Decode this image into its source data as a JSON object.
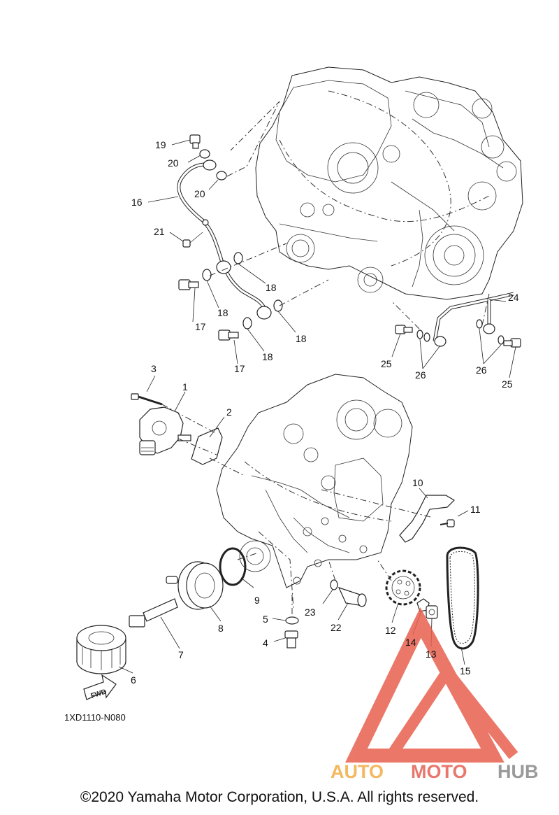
{
  "diagram_code": "1XD1110-N080",
  "copyright": "©2020 Yamaha Motor Corporation, U.S.A. All rights reserved.",
  "watermark": {
    "part1": "AUTO",
    "part2": "MOTO",
    "part3": "HUB",
    "colors": {
      "auto": "#f4b860",
      "moto": "#e8776c",
      "hub": "#9a9a9a",
      "logo": "#e8604f"
    }
  },
  "fwd_label": "FWD",
  "callouts": {
    "c1": "1",
    "c2": "2",
    "c3": "3",
    "c4": "4",
    "c5": "5",
    "c6": "6",
    "c7": "7",
    "c8": "8",
    "c9": "9",
    "c10": "10",
    "c11": "11",
    "c12": "12",
    "c13": "13",
    "c14": "14",
    "c15": "15",
    "c16": "16",
    "c17a": "17",
    "c17b": "17",
    "c18a": "18",
    "c18b": "18",
    "c18c": "18",
    "c18d": "18",
    "c19": "19",
    "c20a": "20",
    "c20b": "20",
    "c21": "21",
    "c22": "22",
    "c23": "23",
    "c24": "24",
    "c25a": "25",
    "c25b": "25",
    "c26a": "26",
    "c26b": "26"
  }
}
